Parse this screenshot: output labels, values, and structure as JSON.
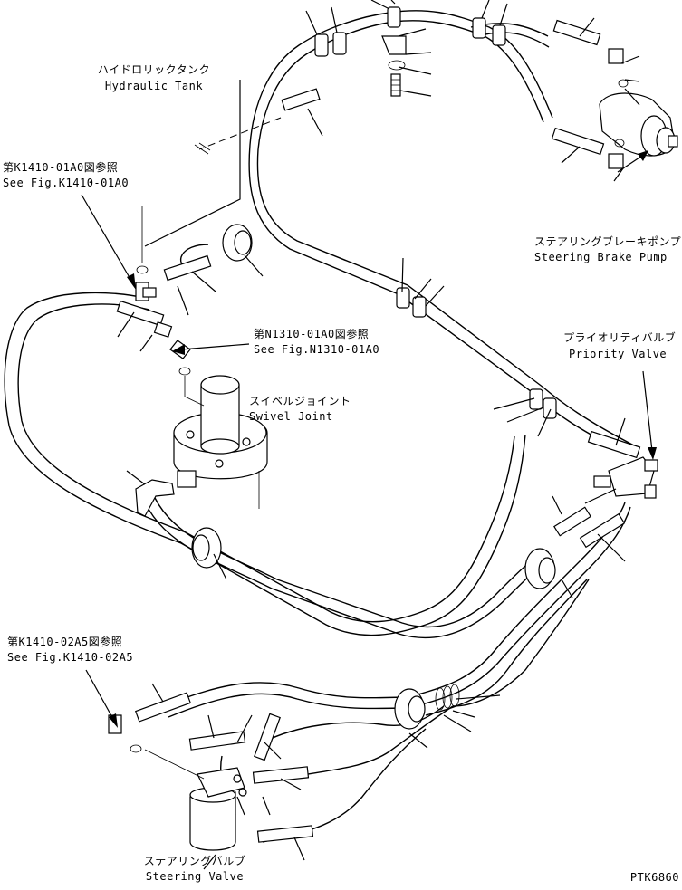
{
  "labels": {
    "hydraulic_tank_jp": "ハイドロリックタンク",
    "hydraulic_tank_en": "Hydraulic Tank",
    "ref_k1410_01a0_jp": "第K1410-01A0図参照",
    "ref_k1410_01a0_en": "See Fig.K1410-01A0",
    "ref_n1310_01a0_jp": "第N1310-01A0図参照",
    "ref_n1310_01a0_en": "See Fig.N1310-01A0",
    "swivel_joint_jp": "スイベルジョイント",
    "swivel_joint_en": "Swivel Joint",
    "steering_brake_pump_jp": "ステアリングブレーキポンプ",
    "steering_brake_pump_en": "Steering Brake Pump",
    "priority_valve_jp": "プライオリティバルブ",
    "priority_valve_en": "Priority Valve",
    "ref_k1410_02a5_jp": "第K1410-02A5図参照",
    "ref_k1410_02a5_en": "See Fig.K1410-02A5",
    "steering_valve_jp": "ステアリングバルブ",
    "steering_valve_en": "Steering Valve",
    "drawing_code": "PTK6860"
  },
  "icons": {
    "pump": "steering-brake-pump-icon",
    "valve": "priority-valve-icon",
    "swivel": "swivel-joint-icon",
    "steering_valve": "steering-valve-icon"
  }
}
